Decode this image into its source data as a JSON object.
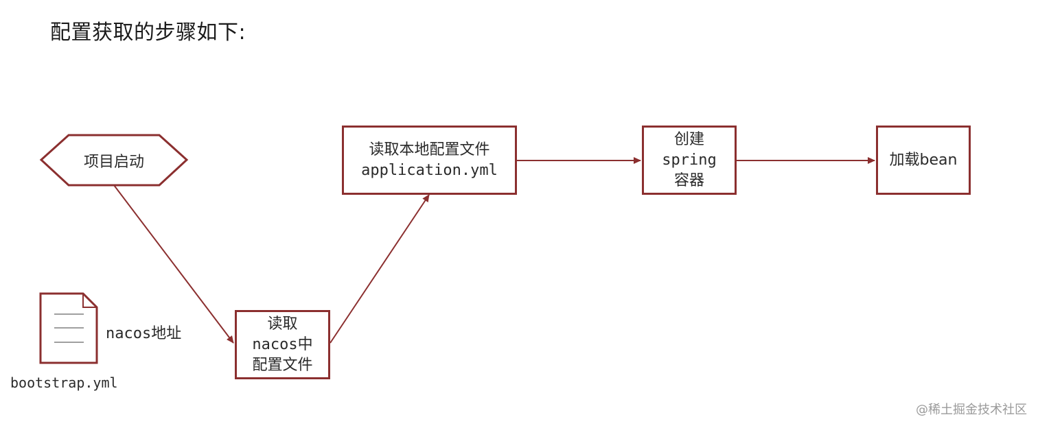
{
  "title": "配置获取的步骤如下:",
  "nodes": {
    "start": {
      "label": "项目启动"
    },
    "read_nacos": {
      "line1": "读取",
      "line2": "nacos中",
      "line3": "配置文件"
    },
    "read_local": {
      "line1": "读取本地配置文件",
      "line2": "application.yml"
    },
    "create_spring": {
      "line1": "创建",
      "line2": "spring",
      "line3": "容器"
    },
    "load_bean": {
      "label": "加载bean"
    }
  },
  "document": {
    "annotation": "nacos地址",
    "filename": "bootstrap.yml"
  },
  "watermark": "@稀土掘金技术社区",
  "colors": {
    "stroke": "#8b2f2f",
    "text": "#2a2a2a"
  }
}
